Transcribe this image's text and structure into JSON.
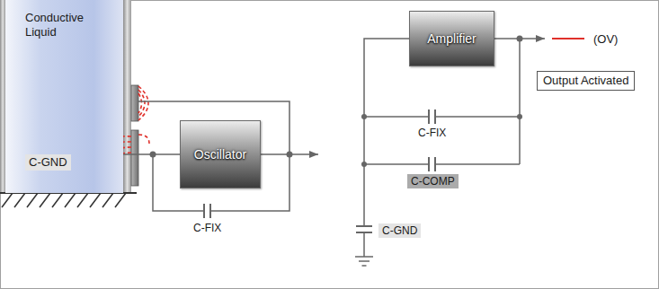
{
  "diagram": {
    "nodes": [
      {
        "text": [
          "Conductive Liquid",
          "C-GND"
        ]
      },
      {
        "text": [
          "Oscillator"
        ]
      },
      {
        "text": [
          "Amplifier"
        ]
      },
      {
        "text": [
          "Output Activated"
        ]
      }
    ],
    "edges": [
      {
        "from": 0,
        "to": 1,
        "arrow": "none"
      }
    ],
    "labels": [
      "C-FIX",
      "(OV)",
      "C-FIX",
      "C-COMP",
      "C-GND"
    ]
  }
}
